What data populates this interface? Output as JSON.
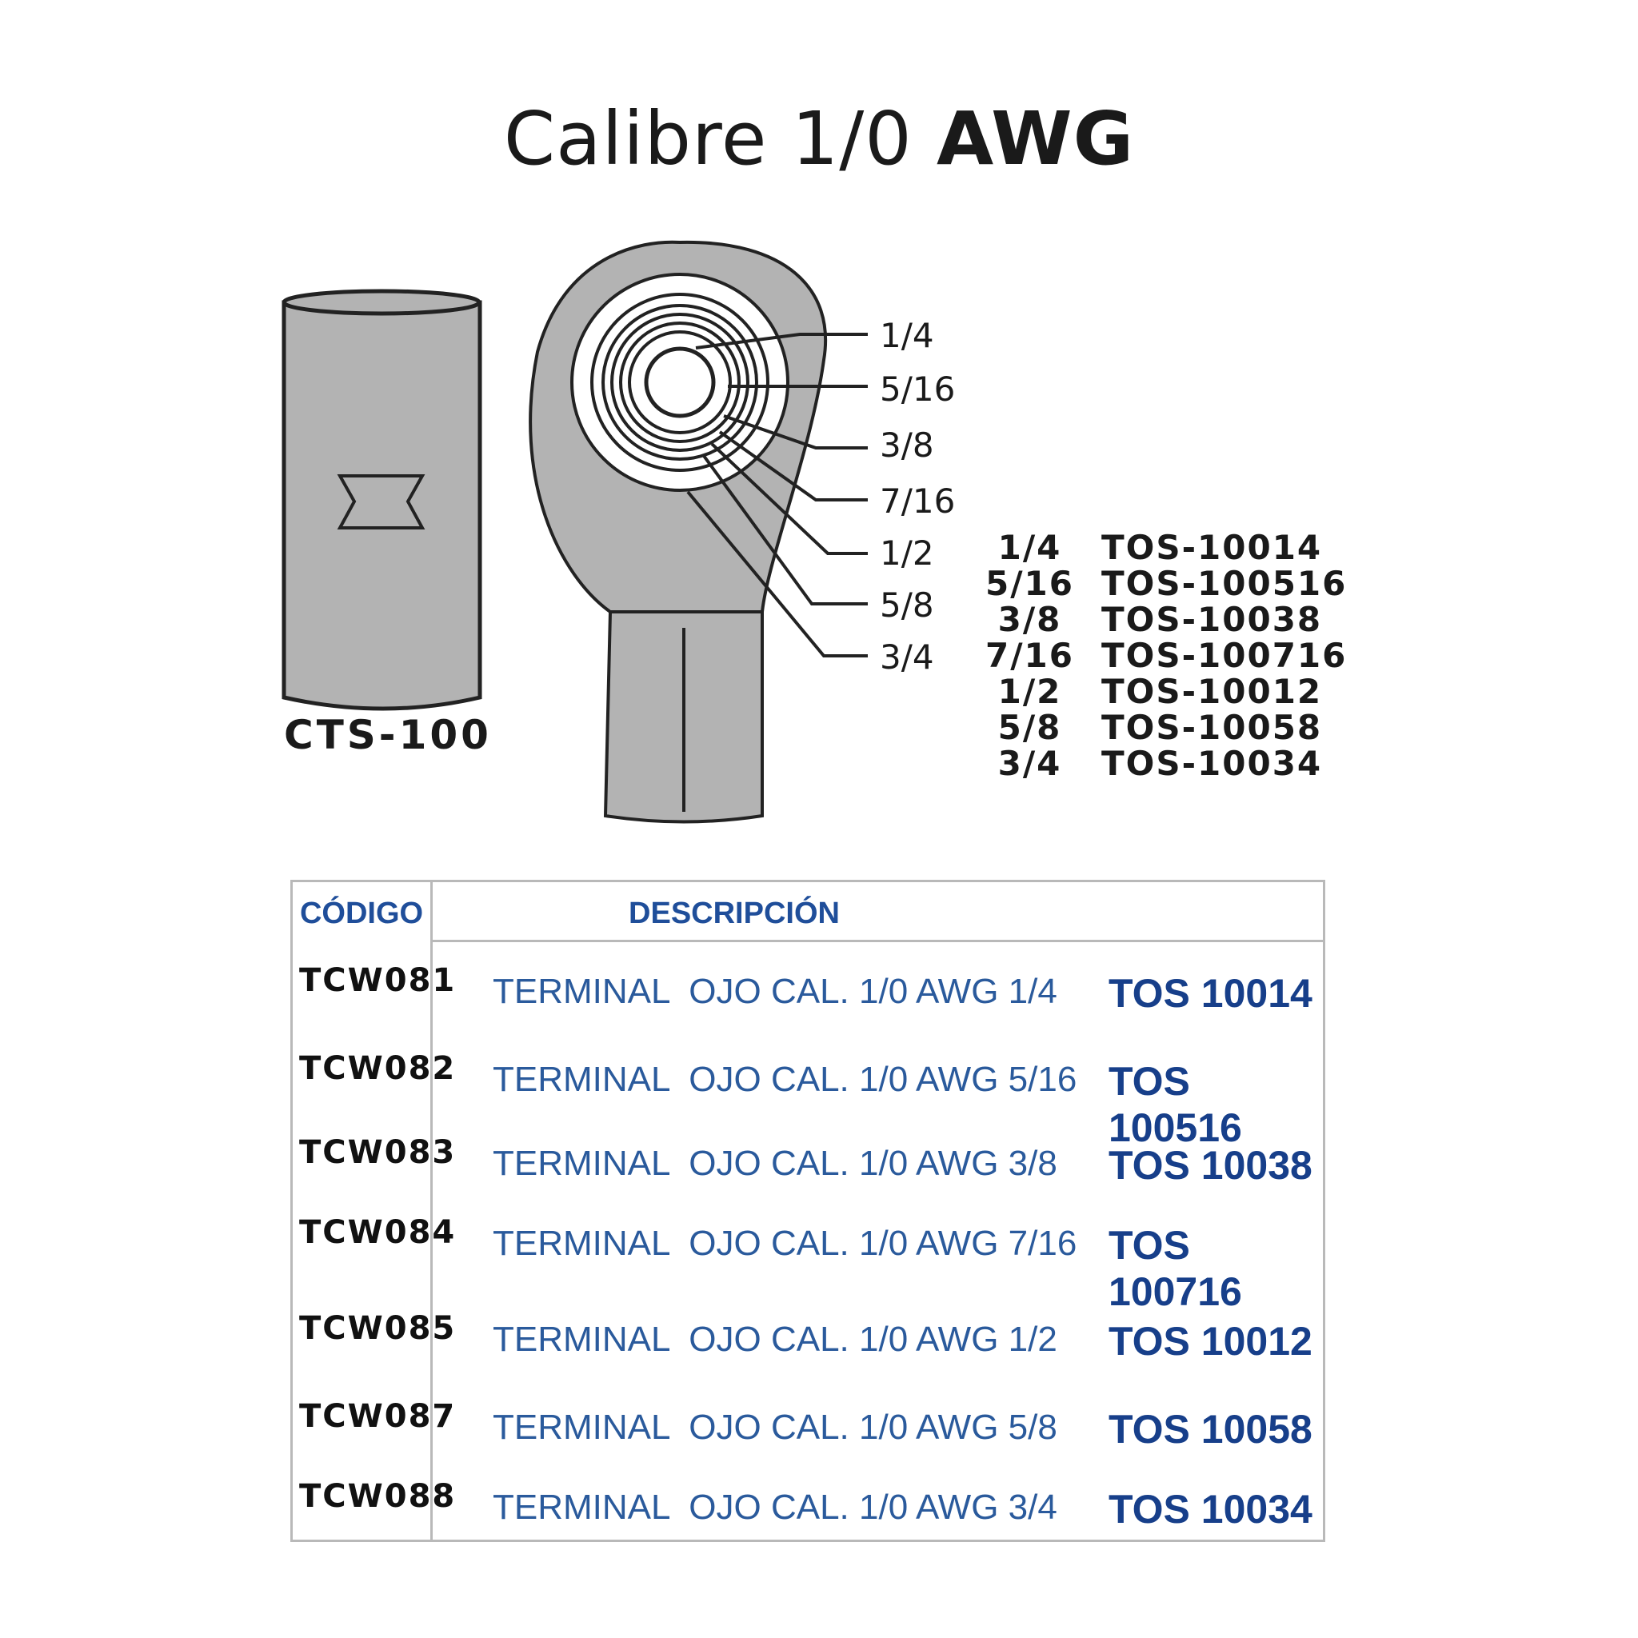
{
  "title": {
    "main": "Calibre 1/0",
    "bold": "AWG"
  },
  "sleeve": {
    "label": "CTS-100"
  },
  "stud_labels": [
    "1/4",
    "5/16",
    "3/8",
    "7/16",
    "1/2",
    "5/8",
    "3/4"
  ],
  "code_list": [
    {
      "size": "1/4",
      "ref": "TOS-10014"
    },
    {
      "size": "5/16",
      "ref": "TOS-100516"
    },
    {
      "size": "3/8",
      "ref": "TOS-10038"
    },
    {
      "size": "7/16",
      "ref": "TOS-100716"
    },
    {
      "size": "1/2",
      "ref": "TOS-10012"
    },
    {
      "size": "5/8",
      "ref": "TOS-10058"
    },
    {
      "size": "3/4",
      "ref": "TOS-10034"
    }
  ],
  "table": {
    "header_code": "CÓDIGO",
    "header_desc": "DESCRIPCIÓN",
    "rows": [
      {
        "code": "TCW081",
        "desc": "TERMINAL  OJO CAL. 1/0 AWG 1/4",
        "ref": "TOS 10014"
      },
      {
        "code": "TCW082",
        "desc": "TERMINAL  OJO CAL. 1/0 AWG 5/16",
        "ref": "TOS 100516"
      },
      {
        "code": "TCW083",
        "desc": "TERMINAL  OJO CAL. 1/0 AWG 3/8",
        "ref": "TOS 10038"
      },
      {
        "code": "TCW084",
        "desc": "TERMINAL  OJO CAL. 1/0 AWG 7/16",
        "ref": "TOS 100716"
      },
      {
        "code": "TCW085",
        "desc": "TERMINAL  OJO CAL. 1/0 AWG 1/2",
        "ref": "TOS 10012"
      },
      {
        "code": "TCW087",
        "desc": "TERMINAL  OJO CAL. 1/0 AWG 5/8",
        "ref": "TOS 10058"
      },
      {
        "code": "TCW088",
        "desc": "TERMINAL  OJO CAL. 1/0 AWG 3/4",
        "ref": "TOS 10034"
      }
    ]
  },
  "colors": {
    "part_fill": "#b3b3b3",
    "header_blue": "#1f4e9a",
    "desc_blue": "#2a5a9c",
    "ref_blue": "#173f8a"
  }
}
